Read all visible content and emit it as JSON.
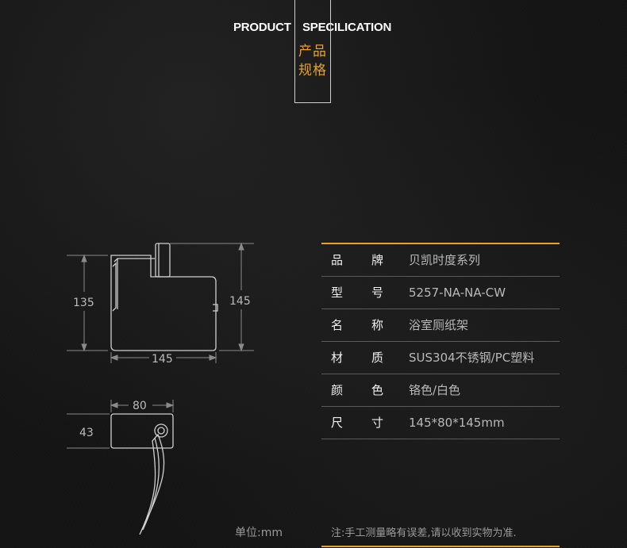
{
  "header": {
    "title_en_left": "PRODUCT",
    "title_en_right": "SPECILICATION",
    "title_cn_line1": "产品",
    "title_cn_line2": "规格"
  },
  "drawing": {
    "dim_height_left": "135",
    "dim_height_right": "145",
    "dim_width_front": "145",
    "dim_width_side": "80",
    "dim_height_side": "43"
  },
  "specs": [
    {
      "k1": "品",
      "k2": "牌",
      "value": "贝凯时度系列"
    },
    {
      "k1": "型",
      "k2": "号",
      "value": "5257-NA-NA-CW"
    },
    {
      "k1": "名",
      "k2": "称",
      "value": "浴室厕纸架"
    },
    {
      "k1": "材",
      "k2": "质",
      "value": "SUS304不锈钢/PC塑料"
    },
    {
      "k1": "颜",
      "k2": "色",
      "value": "铬色/白色"
    },
    {
      "k1": "尺",
      "k2": "寸",
      "value": "145*80*145mm"
    }
  ],
  "footer": {
    "unit": "单位:mm",
    "note": "注:手工测量略有误差,请以收到实物为准."
  },
  "colors": {
    "accent": "#e8a22a",
    "background": "#141414",
    "line": "#cfcfcf"
  }
}
